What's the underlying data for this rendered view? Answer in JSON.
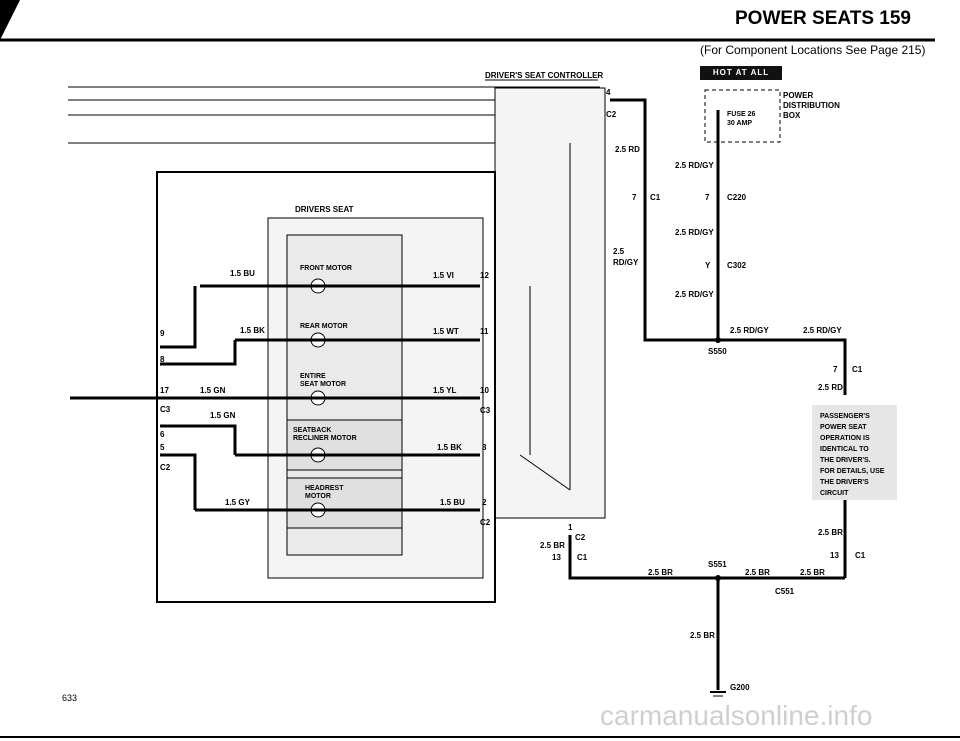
{
  "header": {
    "title": "POWER SEATS   159",
    "subtitle": "(For Component Locations See Page 215)"
  },
  "hot_badge": "HOT AT ALL TIMES",
  "page_number": "633",
  "watermark": "carmanualsonline.info",
  "labels": {
    "drivers_seat_controller": "DRIVER'S SEAT CONTROLLER",
    "drivers_seat": "DRIVERS SEAT",
    "power_distribution_1": "POWER",
    "power_distribution_2": "DISTRIBUTION",
    "power_distribution_3": "BOX",
    "fuse": "FUSE 26",
    "fuse_amp": "30 AMP",
    "front_motor": "FRONT MOTOR",
    "rear_motor": "REAR MOTOR",
    "entire_seat_motor_1": "ENTIRE",
    "entire_seat_motor_2": "SEAT MOTOR",
    "seatback_1": "SEATBACK",
    "seatback_2": "RECLINER MOTOR",
    "headrest_1": "HEADREST",
    "headrest_2": "MOTOR",
    "pass_note": [
      "PASSENGER'S",
      "POWER SEAT",
      "OPERATION IS",
      "IDENTICAL TO",
      "THE DRIVER'S.",
      "FOR DETAILS, USE",
      "THE DRIVER'S",
      "CIRCUIT"
    ]
  },
  "wires": {
    "bu_15": "1.5 BU",
    "bk_15": "1.5 BK",
    "gn_15a": "1.5 GN",
    "gn_15b": "1.5 GN",
    "gy_15": "1.5 GY",
    "vi_15": "1.5 VI",
    "wt_15": "1.5 WT",
    "yl_15": "1.5 YL",
    "bk_15r": "1.5 BK",
    "bu_15r": "1.5 BU",
    "rd_25": "2.5 RD",
    "rdgy_a": "2.5 RD/GY",
    "rdgy_b": "2.5 RD/GY",
    "rdgy_c": "2.5 RD/GY",
    "rdgy_d": "2.5 RD/GY",
    "rdgy_e": "2.5 RD/GY",
    "rdgy_left_1": "2.5",
    "rdgy_left_2": "RD/GY",
    "rd_right": "2.5 RD",
    "br_right": "2.5 BR",
    "br_left": "2.5 BR",
    "br_bottom1": "2.5 BR",
    "br_bottom2": "2.5 BR",
    "br_bottom3": "2.5 BR",
    "br_ground": "2.5 BR"
  },
  "connectors": {
    "c1_a": "C1",
    "c1_a_pin": "7",
    "c220": "C220",
    "c220_pin": "7",
    "c302": "C302",
    "c302_pin": "Y",
    "c2_top": "C2",
    "c2_top_pin": "4",
    "s550": "S550",
    "c1_right": "C1",
    "c1_right_pin": "7",
    "c1_right2": "C1",
    "c1_right2_pin": "13",
    "c2_bot": "C2",
    "c2_bot_pin": "1",
    "c1_bot": "C1",
    "c1_bot_pin": "13",
    "s551": "S551",
    "c551": "C551",
    "g200": "G200",
    "c3_a": "C3",
    "c3_b": "C3",
    "c2_a": "C2",
    "c2_b": "C2",
    "pin_9": "9",
    "pin_8": "8",
    "pin_17": "17",
    "pin_6": "6",
    "pin_5": "5",
    "pin_12": "12",
    "pin_11": "11",
    "pin_10": "10",
    "pin_3": "3",
    "pin_2": "2"
  }
}
